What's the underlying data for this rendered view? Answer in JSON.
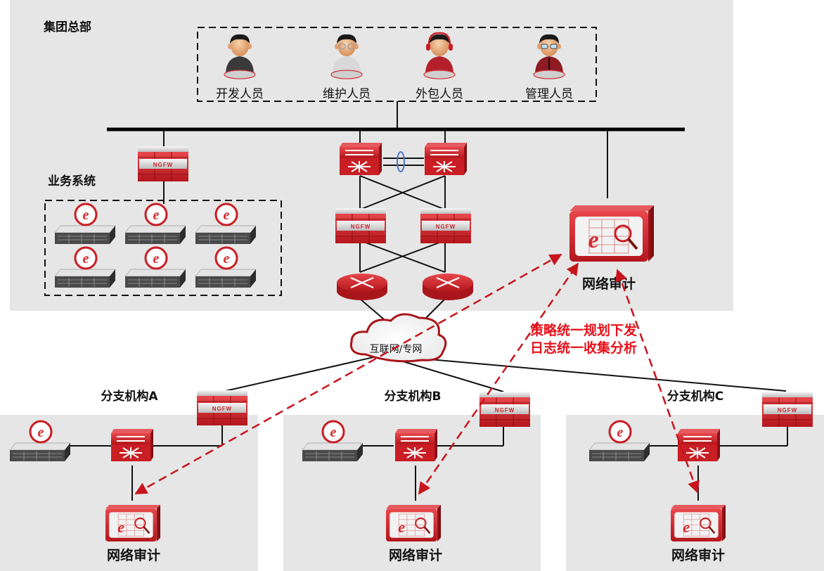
{
  "headquarters": {
    "title": "集团总部",
    "users": [
      {
        "label": "开发人员",
        "icon": "developer-user-icon",
        "shirt": "#3a3a3a"
      },
      {
        "label": "维护人员",
        "icon": "maintenance-user-icon",
        "shirt": "#d8d8d8"
      },
      {
        "label": "外包人员",
        "icon": "outsourced-user-icon",
        "shirt": "#b3202a"
      },
      {
        "label": "管理人员",
        "icon": "manager-user-icon",
        "shirt": "#8e1c22"
      }
    ],
    "business_systems": {
      "title": "业务系统",
      "server_count": 6
    },
    "firewall_label": "NGFW",
    "audit_label": "网络审计"
  },
  "cloud": {
    "label": "互联网/专网"
  },
  "annotation": {
    "line1": "策略统一规划下发",
    "line2": "日志统一收集分析"
  },
  "branches": [
    {
      "title": "分支机构A",
      "firewall_label": "NGFW",
      "audit_label": "网络审计"
    },
    {
      "title": "分支机构B",
      "firewall_label": "NGFW",
      "audit_label": "网络审计"
    },
    {
      "title": "分支机构C",
      "firewall_label": "NGFW",
      "audit_label": "网络审计"
    }
  ],
  "colors": {
    "panel": "#e6e6e6",
    "device_red": "#d42a2f",
    "device_dark": "#9e1a1f",
    "dash_red": "#c8141c",
    "note_red": "#e8101a",
    "lag_blue": "#4a78c8"
  }
}
